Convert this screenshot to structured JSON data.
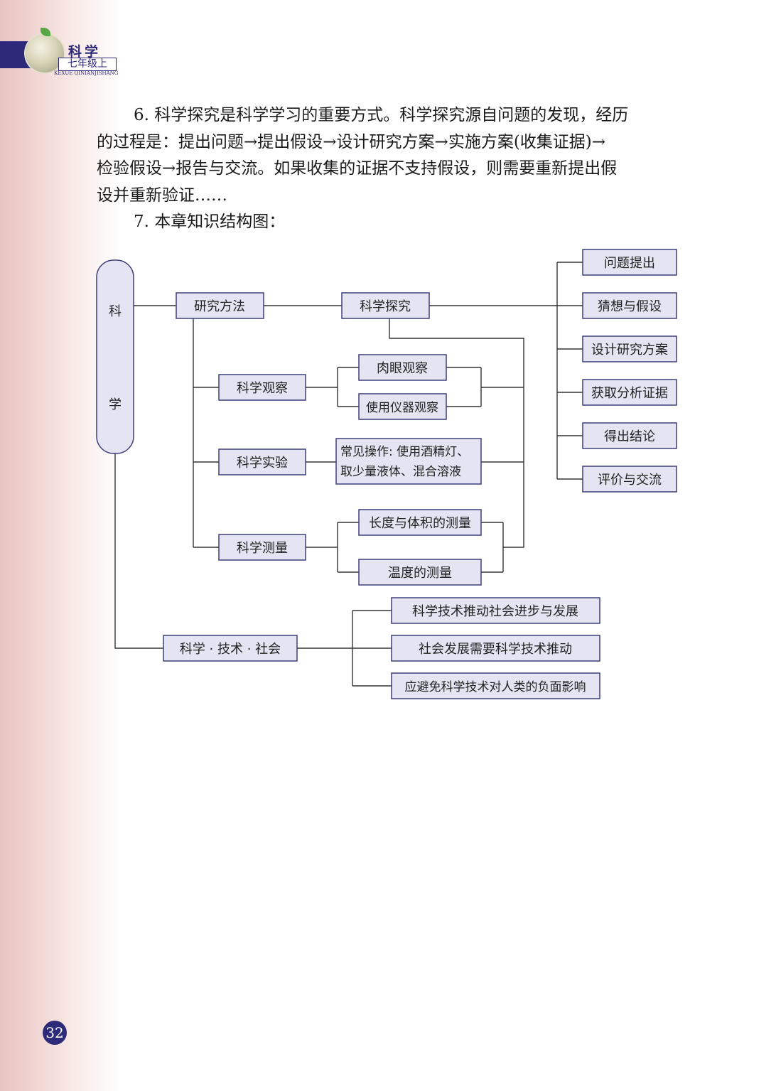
{
  "header": {
    "subject": "科学",
    "grade": "七年级上",
    "pinyin": "KEXUE QINIANJISHANG"
  },
  "paragraph6": {
    "line1": "6. 科学探究是科学学习的重要方式。科学探究源自问题的发现，经历",
    "line2": "的过程是：提出问题→提出假设→设计研究方案→实施方案(收集证据)→",
    "line3": "检验假设→报告与交流。如果收集的证据不支持假设，则需要重新提出假",
    "line4": "设并重新验证……"
  },
  "paragraph7": "7. 本章知识结构图：",
  "diagram": {
    "root_top": "科",
    "root_bottom": "学",
    "research_methods": "研究方法",
    "inquiry": "科学探究",
    "inquiry_steps": [
      "问题提出",
      "猜想与假设",
      "设计研究方案",
      "获取分析证据",
      "得出结论",
      "评价与交流"
    ],
    "observation": "科学观察",
    "naked_eye": "肉眼观察",
    "instrument": "使用仪器观察",
    "experiment": "科学实验",
    "common_ops_line1": "常见操作: 使用酒精灯、",
    "common_ops_line2": "取少量液体、混合溶液",
    "measurement": "科学测量",
    "length_volume": "长度与体积的测量",
    "temperature": "温度的测量",
    "sts": "科学 · 技术 · 社会",
    "sts_items": [
      "科学技术推动社会进步与发展",
      "社会发展需要科学技术推动",
      "应避免科学技术对人类的负面影响"
    ]
  },
  "page_number": "32",
  "colors": {
    "accent": "#2e2a7a",
    "box_fill": "#e4e4f2",
    "box_border": "#3d3f7a"
  }
}
